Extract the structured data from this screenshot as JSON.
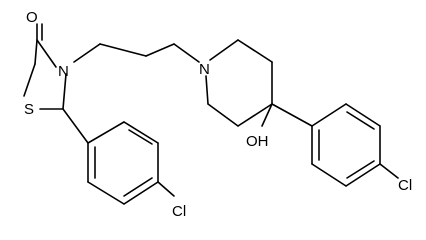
{
  "molecule": {
    "atoms": {
      "oxygen_carbonyl": "O",
      "nitrogen_thiazolidinone": "N",
      "sulfur": "S",
      "nitrogen_piperidine": "N",
      "hydroxyl": "OH",
      "chlorine_lower": "Cl",
      "chlorine_right": "Cl"
    }
  }
}
